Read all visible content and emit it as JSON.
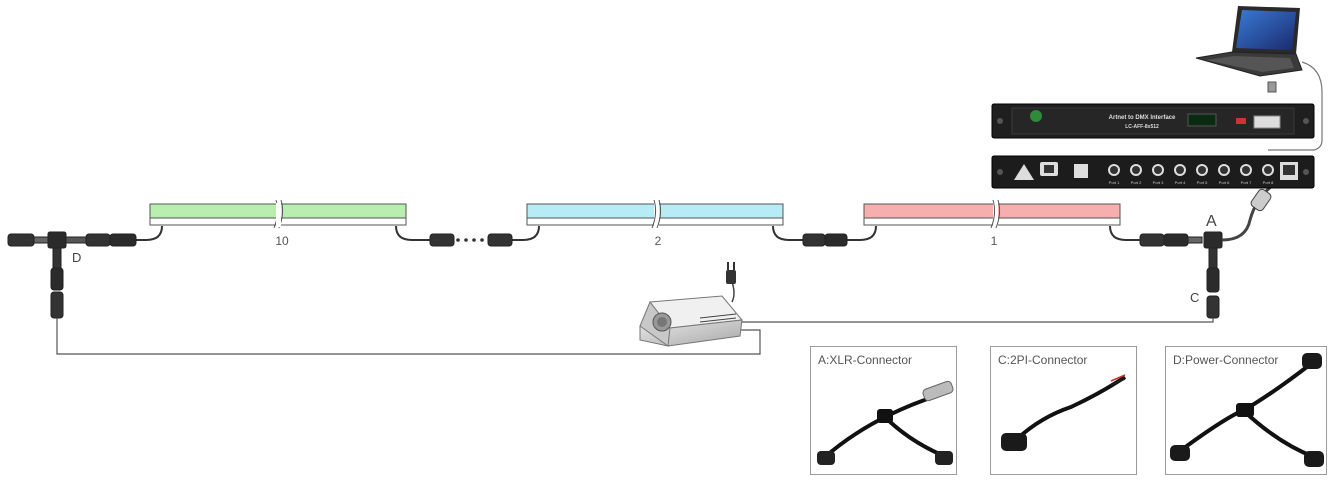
{
  "bars": [
    {
      "label": "10",
      "color": "#b9efae"
    },
    {
      "label": "2",
      "color": "#b7ecf6"
    },
    {
      "label": "1",
      "color": "#f6aeae"
    }
  ],
  "connector_labels": {
    "a": "A",
    "c": "C",
    "d": "D"
  },
  "interface": {
    "title": "Artnet to DMX Interface",
    "model": "LC-AFF-8x512"
  },
  "ports": [
    "Port 1",
    "Port 2",
    "Port 3",
    "Port 4",
    "Port 5",
    "Port 6",
    "Port 7",
    "Port 8"
  ],
  "insets": [
    {
      "title": "A:XLR-Connector"
    },
    {
      "title": "C:2PI-Connector"
    },
    {
      "title": "D:Power-Connector"
    }
  ]
}
